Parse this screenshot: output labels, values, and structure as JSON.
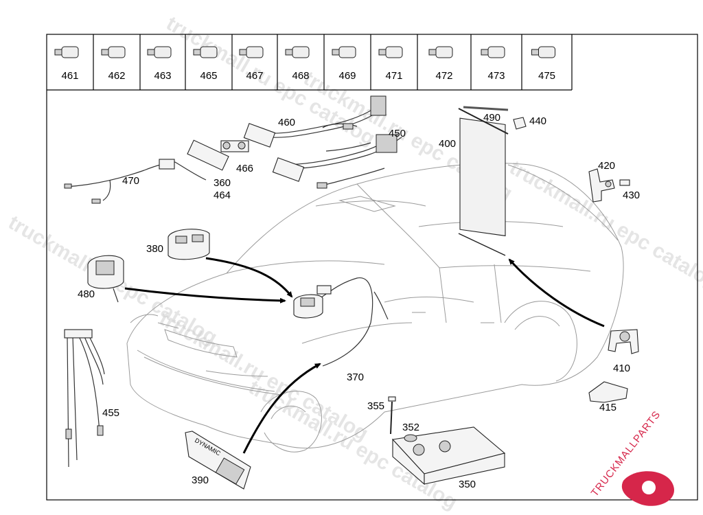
{
  "watermark_text": "truckmall.ru epc catalog",
  "logo": {
    "text": "TRUCKMALLPARTS",
    "color": "#d6264a"
  },
  "header_parts": [
    {
      "id": "461",
      "icon": "connector-elbow-icon"
    },
    {
      "id": "462",
      "icon": "plug-icon"
    },
    {
      "id": "463",
      "icon": "socket-icon"
    },
    {
      "id": "465",
      "icon": "t-connector-icon"
    },
    {
      "id": "467",
      "icon": "pin-icon"
    },
    {
      "id": "468",
      "icon": "coupling-icon"
    },
    {
      "id": "469",
      "icon": "coupling-icon"
    },
    {
      "id": "471",
      "icon": "sensor-icon"
    },
    {
      "id": "472",
      "icon": "valve-icon"
    },
    {
      "id": "473",
      "icon": "bracket-icon"
    },
    {
      "id": "475",
      "icon": "elbow-fitting-icon"
    }
  ],
  "callouts": {
    "c490": "490",
    "c440": "440",
    "c460": "460",
    "c450": "450",
    "c400": "400",
    "c420": "420",
    "c430": "430",
    "c466": "466",
    "c470": "470",
    "c360": "360",
    "c464": "464",
    "c380": "380",
    "c480": "480",
    "c410": "410",
    "c455": "455",
    "c370": "370",
    "c355": "355",
    "c352": "352",
    "c415": "415",
    "c390": "390",
    "c350": "350"
  },
  "switch_label": "DYNAMIC"
}
